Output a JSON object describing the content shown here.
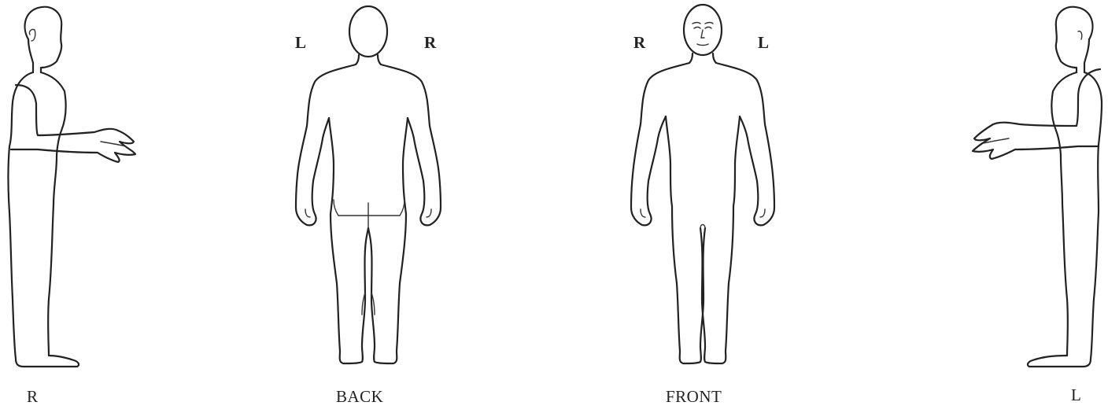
{
  "labels": {
    "side_right_bottom": "R",
    "back_top_left": "L",
    "back_top_right": "R",
    "back_caption": "BACK",
    "front_top_left": "R",
    "front_top_right": "L",
    "front_caption": "FRONT",
    "side_left_bottom": "L"
  },
  "colors": {
    "line": "#222222",
    "background": "#ffffff"
  }
}
